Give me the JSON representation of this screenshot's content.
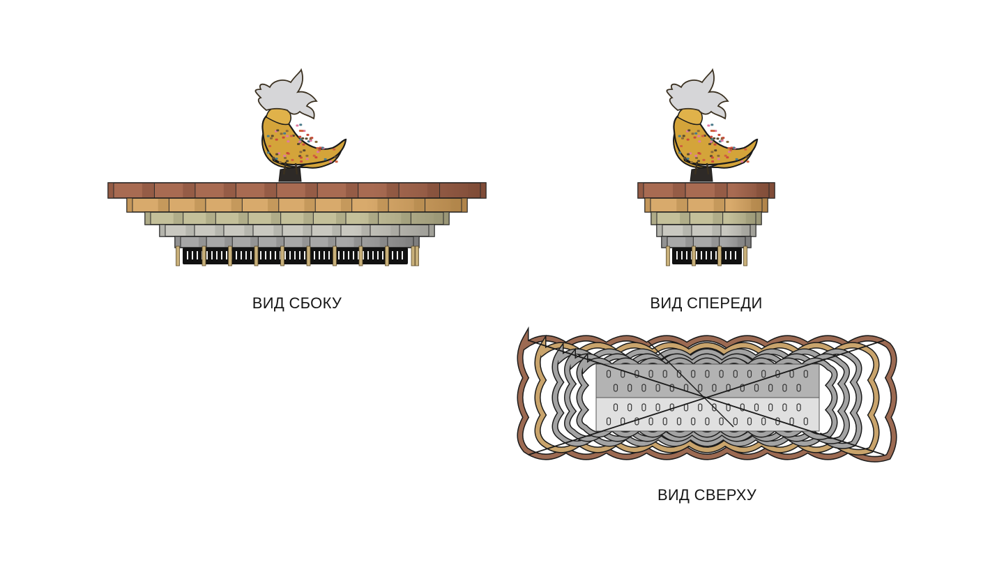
{
  "views": {
    "side": {
      "label": "ВИД СБОКУ"
    },
    "front": {
      "label": "ВИД СПЕРЕДИ"
    },
    "top": {
      "label": "ВИД СВЕРХУ"
    }
  },
  "tiers": [
    {
      "name": "tier-1",
      "color": "#a86b52",
      "dark": "#7f4c38"
    },
    {
      "name": "tier-2",
      "color": "#d8aa6c",
      "dark": "#b0844a"
    },
    {
      "name": "tier-3",
      "color": "#c4c09a",
      "dark": "#9a9676"
    },
    {
      "name": "tier-4",
      "color": "#c9c8c0",
      "dark": "#a09f98"
    },
    {
      "name": "tier-5",
      "color": "#a7a7a7",
      "dark": "#7e7e7e"
    }
  ],
  "colors": {
    "outline": "#1a1a1a",
    "post": "#c8b07a",
    "base": "#111111",
    "bird_body": "#d4a43a",
    "bird_crest": "#d6d6d8",
    "pedestal": "#2e2a27",
    "top_inner_dark": "#b3b3b3",
    "top_inner_light": "#e0e0e0",
    "ring_brown": "#9c6a52",
    "ring_tan": "#c9a46c",
    "ring_gray": "#a3a3a3"
  }
}
